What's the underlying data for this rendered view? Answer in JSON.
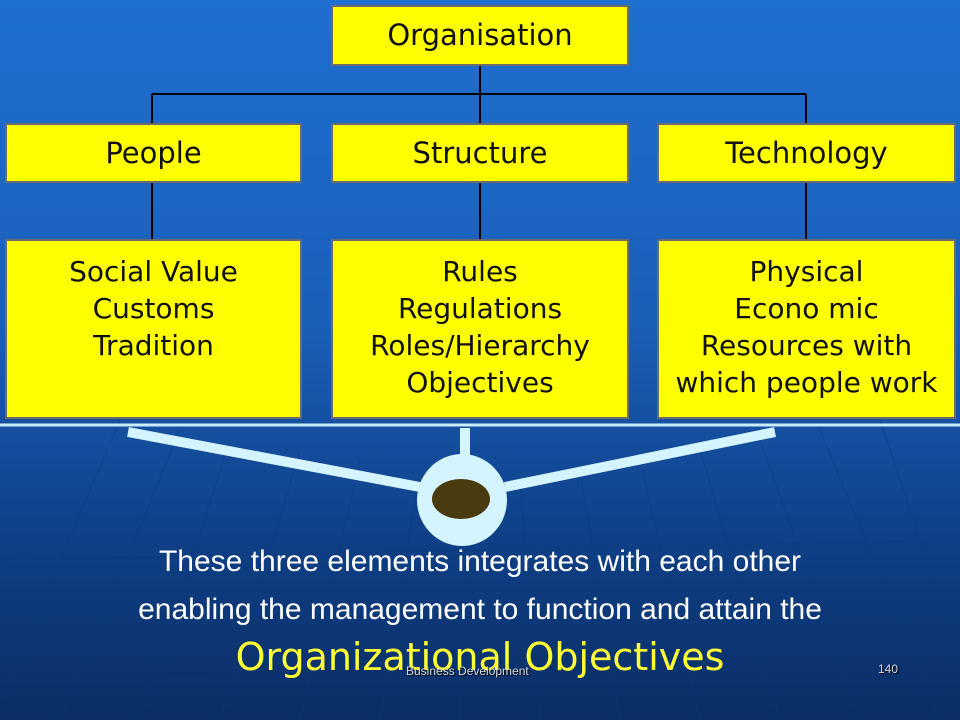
{
  "diagram": {
    "root": "Organisation",
    "elements": [
      {
        "title": "People",
        "details": [
          "Social Value",
          "Customs",
          "Tradition"
        ]
      },
      {
        "title": "Structure",
        "details": [
          "Rules",
          "Regulations",
          "Roles/Hierarchy",
          "Objectives"
        ]
      },
      {
        "title": "Technology",
        "details": [
          "Physical",
          "Econo mic",
          "Resources with",
          "which people work"
        ]
      }
    ]
  },
  "caption": {
    "line1": "These three elements integrates with each other",
    "line2": "enabling  the management to function and attain the",
    "highlight": "Organizational Objectives"
  },
  "footer": {
    "label": "Business Development",
    "page_number": "140"
  },
  "colors": {
    "box_fill": "#ffff00",
    "funnel": "#d4f4ff",
    "hub_center": "#4a3a10",
    "highlight_text": "#ffff33"
  }
}
